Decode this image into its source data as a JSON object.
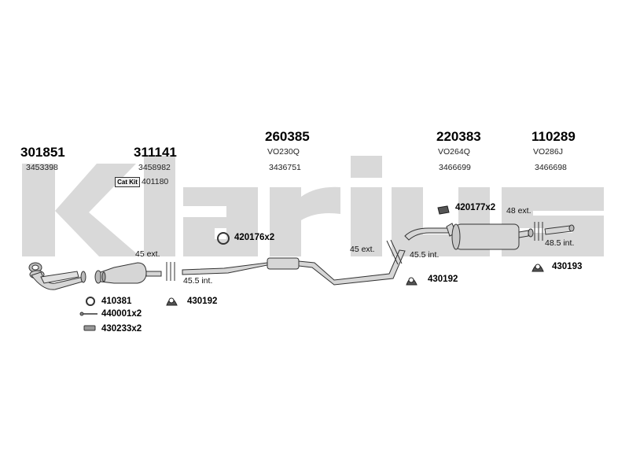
{
  "brand_watermark": "Klarius",
  "main_parts": [
    {
      "number": "301851",
      "ref": "3453398"
    },
    {
      "number": "311141",
      "ref": "3458982"
    },
    {
      "number": "260385",
      "ref_a": "VO230Q",
      "ref": "3436751"
    },
    {
      "number": "220383",
      "ref_a": "VO264Q",
      "ref": "3466699"
    },
    {
      "number": "110289",
      "ref_a": "VO286J",
      "ref": "3466698"
    }
  ],
  "cat_kit": {
    "badge": "Cat Kit",
    "number": "401180"
  },
  "fittings": {
    "f1": "420176x2",
    "f2": "420177x2",
    "f3": "410381",
    "f4": "440001x2",
    "f5": "430233x2",
    "f6": "430192",
    "f7": "430192",
    "f8": "430193"
  },
  "dimensions": {
    "d1": "45 ext.",
    "d2": "45.5 int.",
    "d3": "45 ext.",
    "d4": "45.5 int.",
    "d5": "48 ext.",
    "d6": "48.5 int."
  },
  "icons": [
    "exhaust-pipe-icon",
    "catalytic-converter-icon",
    "silencer-icon",
    "rubber-hanger-icon",
    "gasket-ring-icon",
    "bolt-icon",
    "spring-icon",
    "clamp-icon"
  ]
}
